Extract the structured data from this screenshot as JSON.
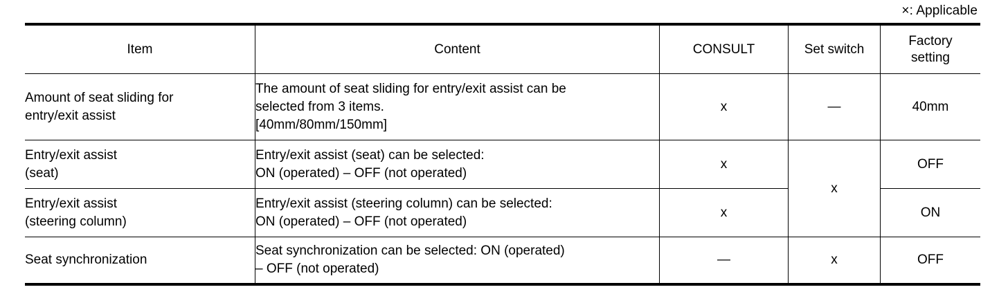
{
  "caption": "×: Applicable",
  "table": {
    "headers": [
      {
        "label": "Item"
      },
      {
        "label": "Content"
      },
      {
        "label": "CONSULT"
      },
      {
        "label": "Set switch"
      },
      {
        "label_line1": "Factory",
        "label_line2": "setting"
      }
    ],
    "rows": [
      {
        "item_line1": "Amount of seat sliding for",
        "item_line2": "entry/exit assist",
        "content_line1": "The amount of seat sliding for entry/exit assist can be",
        "content_line2": "selected from 3 items.",
        "content_line3": "[40mm/80mm/150mm]",
        "consult": "x",
        "set_switch": "—",
        "factory_setting": "40mm"
      },
      {
        "item_line1": "Entry/exit assist",
        "item_line2": "(seat)",
        "content_line1": "Entry/exit assist (seat) can be selected:",
        "content_line2": "ON (operated) – OFF (not operated)",
        "consult": "x",
        "set_switch": "x",
        "factory_setting": "OFF"
      },
      {
        "item_line1": "Entry/exit assist",
        "item_line2": "(steering column)",
        "content_line1": "Entry/exit assist (steering column) can be selected:",
        "content_line2": "ON (operated) – OFF (not operated)",
        "consult": "x",
        "factory_setting": "ON"
      },
      {
        "item_line1": "Seat synchronization",
        "content_line1": "Seat synchronization can be selected: ON (operated)",
        "content_line2": "– OFF (not operated)",
        "consult": "—",
        "set_switch": "x",
        "factory_setting": "OFF"
      }
    ]
  }
}
